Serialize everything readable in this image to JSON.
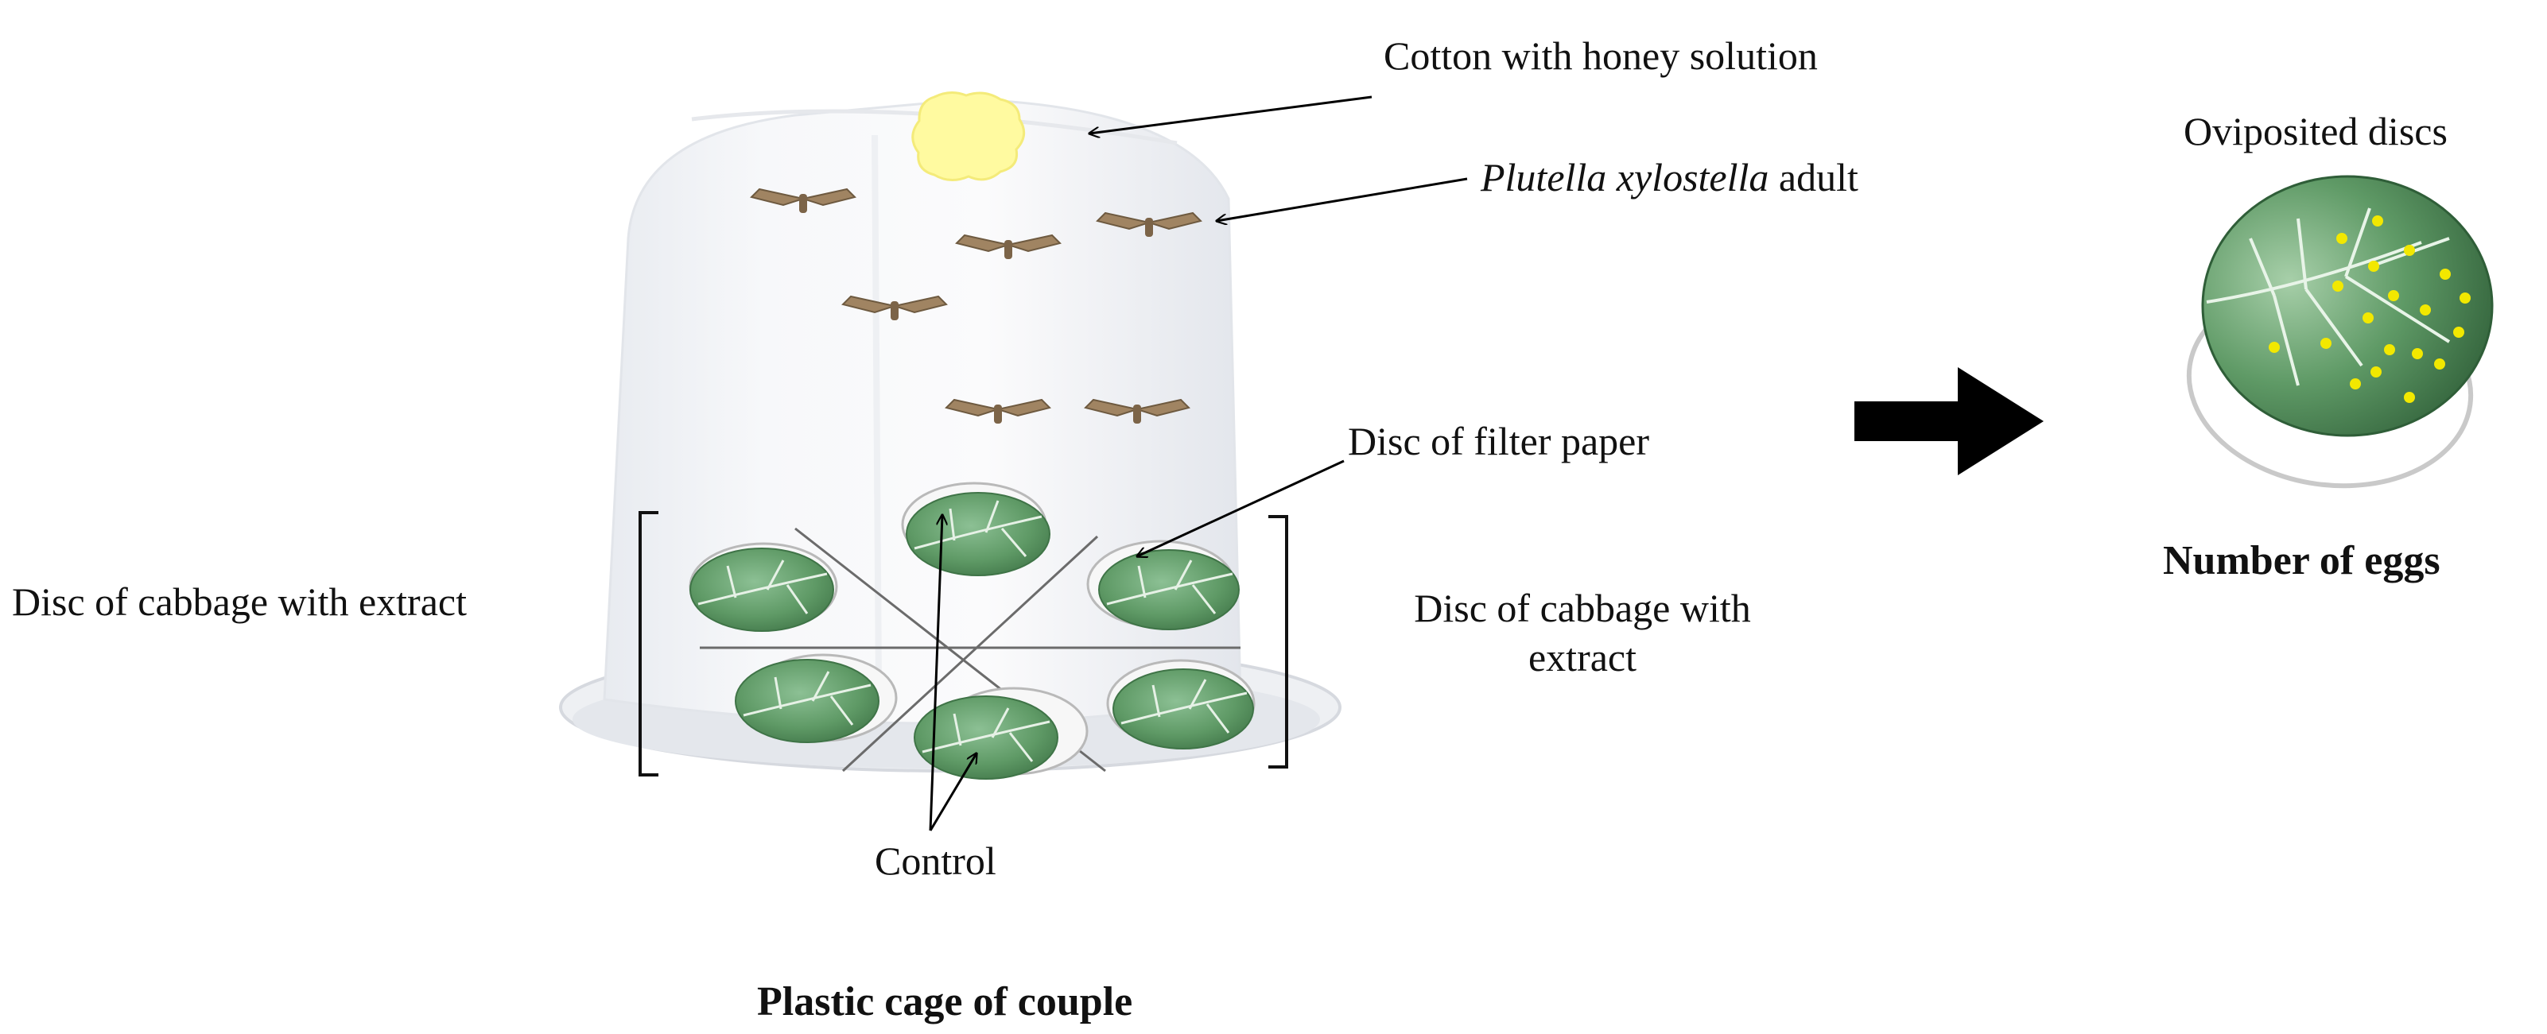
{
  "labels": {
    "cotton": "Cotton with honey solution",
    "moth_species": "Plutella xylostella",
    "moth_suffix": " adult",
    "filter_paper": "Disc of filter paper",
    "cabbage_left": "Disc of cabbage with extract",
    "cabbage_right_line1": "Disc of cabbage with",
    "cabbage_right_line2": "extract",
    "control": "Control",
    "cage_title": "Plastic cage of couple",
    "oviposited": "Oviposited discs",
    "eggs": "Number of eggs"
  },
  "colors": {
    "leaf": "#5f9a66",
    "leaf_dark": "#3f7447",
    "egg": "#f2e800",
    "cotton": "#fffaa0",
    "moth": "#a08462",
    "arrow": "#000000"
  },
  "icons": {
    "cage": "plastic-cage-icon",
    "cotton": "cotton-ball-icon",
    "moth": "moth-icon",
    "leaf_disc": "cabbage-leaf-disc-icon",
    "big_arrow": "right-arrow-icon"
  }
}
